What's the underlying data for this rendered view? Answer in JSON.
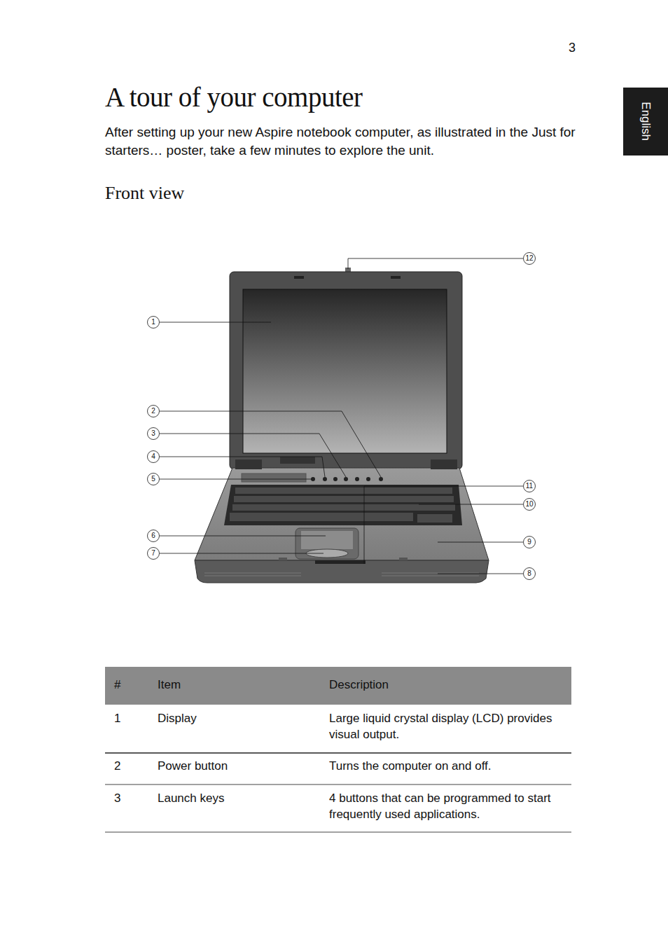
{
  "diagram": {
    "title": "A tour of your computer",
    "nodes": [
      {
        "text": [
          "English"
        ]
      }
    ],
    "labels": [
      "3",
      "After setting up your new Aspire notebook computer, as illustrated in the Just for starters… poster, take a few minutes to explore the unit.",
      "Front view",
      "1",
      "2",
      "3",
      "4",
      "5",
      "6",
      "7",
      "8",
      "9",
      "10",
      "11",
      "12",
      "#",
      "Item",
      "Description",
      "1",
      "Display",
      "Large liquid crystal display (LCD) provides visual output.",
      "2",
      "Power button",
      "Turns the computer on and off.",
      "3",
      "Launch keys",
      "4 buttons that can be programmed to start frequently used applications."
    ]
  }
}
